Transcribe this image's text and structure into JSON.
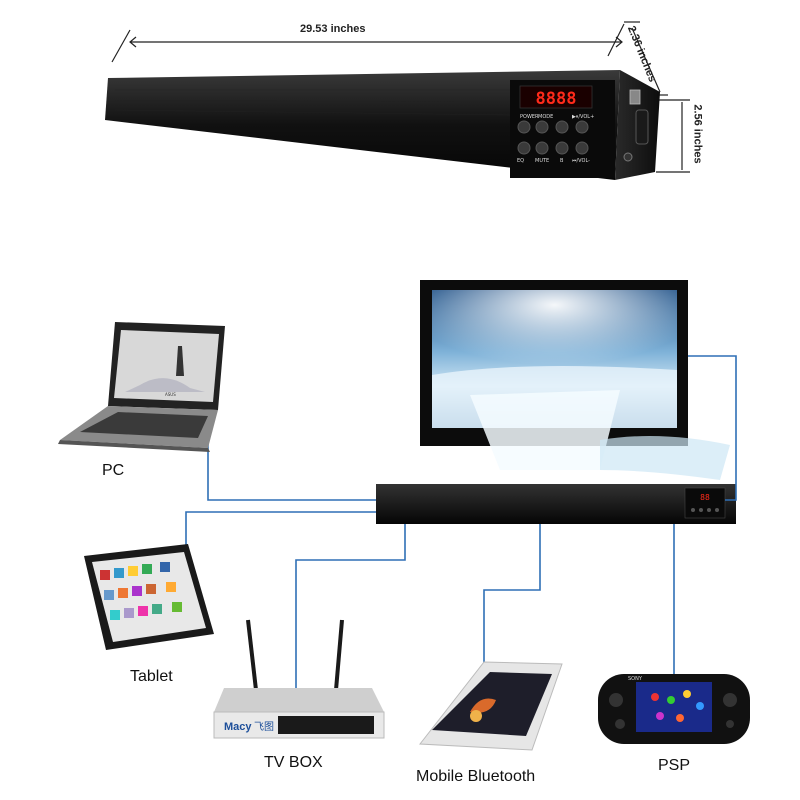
{
  "product": {
    "dimensions": {
      "length": "29.53 inches",
      "depth": "2.36 inches",
      "height": "2.56 inches"
    },
    "display_readout": "8888",
    "buttons": {
      "power": "POWER",
      "mode": "MODE",
      "play_vol_up": "▶⏸/VOL+",
      "eq": "EQ",
      "mute": "MUTE",
      "b": "B",
      "prev_vol_down": "⏮/VOL-"
    }
  },
  "connections": {
    "devices": [
      {
        "id": "pc",
        "label": "PC"
      },
      {
        "id": "tablet",
        "label": "Tablet"
      },
      {
        "id": "tv_box",
        "label": "TV BOX"
      },
      {
        "id": "mobile",
        "label": "Mobile Bluetooth"
      },
      {
        "id": "psp",
        "label": "PSP"
      }
    ],
    "laptop_brand": "ASUS",
    "tvbox_brand": "Macy",
    "tvbox_brand_cjk": "飞图",
    "psp_brand": "SONY",
    "line_color": "#2f6fb5"
  }
}
